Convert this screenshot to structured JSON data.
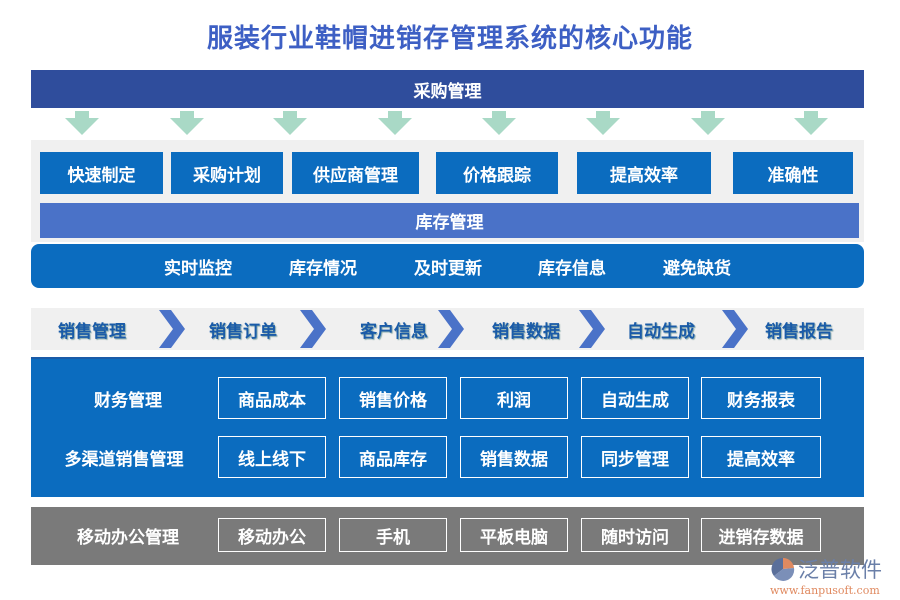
{
  "title": "服装行业鞋帽进销存管理系统的核心功能",
  "purchase": {
    "label": "采购管理",
    "items": [
      "快速制定",
      "采购计划",
      "供应商管理",
      "价格跟踪",
      "提高效率",
      "准确性"
    ]
  },
  "inventory": {
    "label": "库存管理",
    "items": [
      "实时监控",
      "库存情况",
      "及时更新",
      "库存信息",
      "避免缺货"
    ]
  },
  "sales_flow": [
    "销售管理",
    "销售订单",
    "客户信息",
    "销售数据",
    "自动生成",
    "销售报告"
  ],
  "finance": {
    "label": "财务管理",
    "items": [
      "商品成本",
      "销售价格",
      "利润",
      "自动生成",
      "财务报表"
    ]
  },
  "multichannel": {
    "label": "多渠道销售管理",
    "items": [
      "线上线下",
      "商品库存",
      "销售数据",
      "同步管理",
      "提高效率"
    ]
  },
  "mobile": {
    "label": "移动办公管理",
    "items": [
      "移动办公",
      "手机",
      "平板电脑",
      "随时访问",
      "进销存数据"
    ]
  },
  "logo": {
    "name": "泛普软件",
    "url": "www.fanpusoft.com"
  },
  "colors": {
    "title": "#3d5fc4",
    "purchase_bar": "#2f4d9c",
    "box_blue": "#0b6cbf",
    "inventory_bar": "#4a72c8",
    "mobile_gray": "#7a7a7a",
    "arrow": "#a9d9c6"
  }
}
